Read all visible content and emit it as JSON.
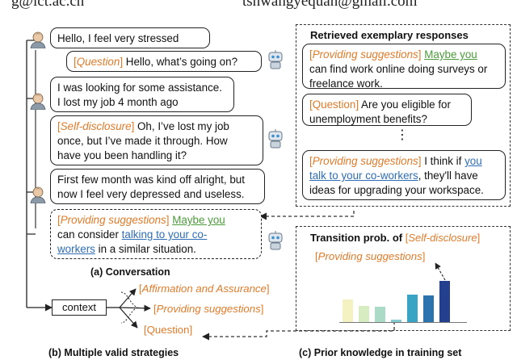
{
  "header_cut": {
    "left": "g@ict.ac.cn",
    "right": "tshwangyequan@gmail.com"
  },
  "conversation": {
    "m1": "Hello, I feel very stressed",
    "m2": {
      "tag": "Question",
      "text": " Hello, what’s going on?"
    },
    "m3": {
      "line1": "I was looking for some assistance.",
      "line2": "I lost my job 4 month ago"
    },
    "m4": {
      "tag": "Self-disclosure",
      "text1": " Oh, I’ve lost my job",
      "line2": "once, but I’ve made it through. How",
      "line3": "have you been handling it?"
    },
    "m5": {
      "line1": "First few month was kind off alright, but",
      "line2": "now I feel very depressed and useless."
    },
    "m6": {
      "tag": "Providing suggestions",
      "green": "Maybe you",
      "t1": "can consider ",
      "blue1": "talking to your co-",
      "blue2": "workers",
      "t2": " in a similar situation."
    },
    "caption": "(a) Conversation"
  },
  "strategies": {
    "context": "context",
    "s1": "Affirmation and Assurance",
    "s2": "Providing suggestions",
    "s3": "Question",
    "caption": "(b) Multiple valid strategies"
  },
  "retrieved": {
    "title": "Retrieved exemplary responses",
    "r1": {
      "tag": "Providing suggestions",
      "green": "Maybe you",
      "line2": "can find work online doing surveys or",
      "line3": "freelance work."
    },
    "r2": {
      "tag": "Question",
      "text": " Are you eligible for",
      "line2": "unemployment benefits?"
    },
    "dots": "⋮",
    "r3": {
      "tag": "Providing suggestions",
      "t1": " I think if ",
      "blue1": "you",
      "blue2": "talk to your co-workers",
      "t2": ", they'll have",
      "line3": "ideas for upgrading your workspace."
    }
  },
  "prior": {
    "title_prefix": "Transition prob. of ",
    "title_tag": "Self-disclosure",
    "label": "Providing suggestions",
    "caption": "(c) Prior knowledge in training set"
  },
  "chart_data": {
    "type": "bar",
    "title": "Transition prob. of [Self-disclosure]",
    "values": [
      0.38,
      0.28,
      0.26,
      0.05,
      0.47,
      0.45,
      0.69
    ],
    "highlight": "Providing suggestions",
    "colors": [
      "#f4f2c2",
      "#d7ecc0",
      "#a9dbc6",
      "#86cbd0",
      "#3aa4c4",
      "#2b74ae",
      "#243f8e"
    ]
  },
  "colors": {
    "strategy": "#e07b2a",
    "green": "#4c9a3a",
    "blue": "#2f6db6"
  },
  "icons": {
    "user": "user-avatar-icon",
    "bot": "robot-icon"
  }
}
